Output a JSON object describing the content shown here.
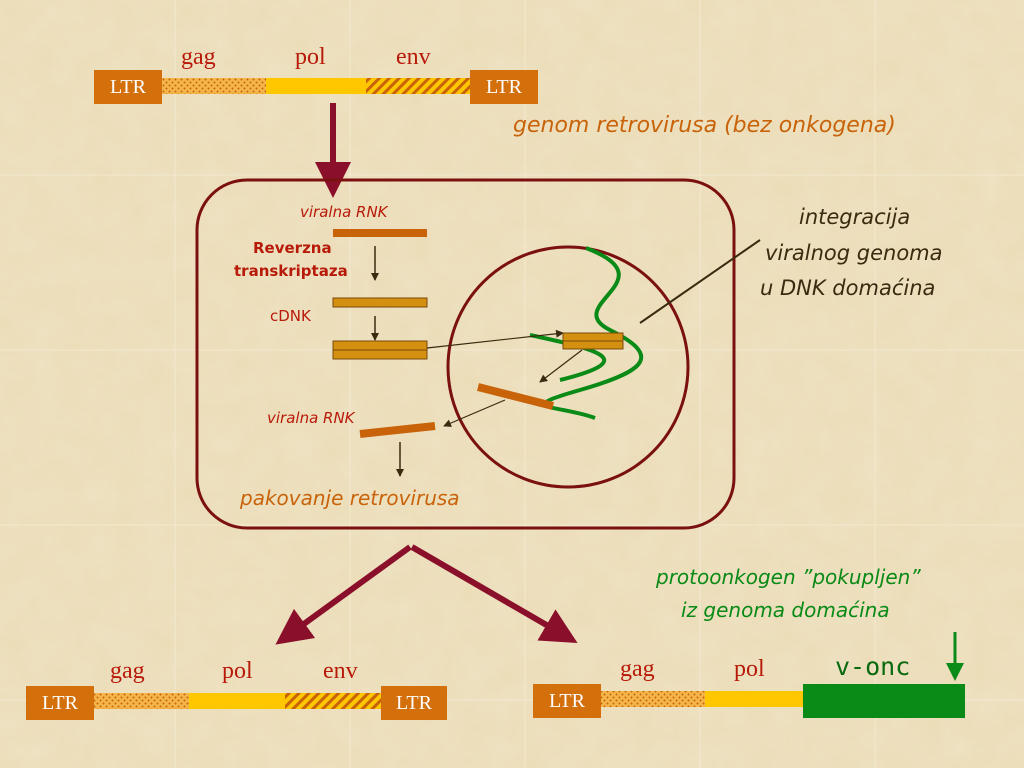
{
  "colors": {
    "background": "#ebdcb6",
    "ltr": "#d4700c",
    "pol": "#ffc700",
    "cell_border": "#7a1010",
    "arrow": "#8a0f2a",
    "green": "#0a8a16",
    "strand": "#c8630a"
  },
  "top_genome": {
    "gag": "gag",
    "pol": "pol",
    "env": "env",
    "ltr_left": "LTR",
    "ltr_right": "LTR",
    "caption": "genom retrovirusa (bez  onkogena)"
  },
  "cell": {
    "viral_rna_top": "viralna RNK",
    "reverse_transcriptase_line1": "Reverzna",
    "reverse_transcriptase_line2": "transkriptaza",
    "cdna": "cDNK",
    "viral_rna_bottom": "viralna RNK",
    "packaging": "pakovanje  retrovirusa"
  },
  "integration": {
    "line1": "integracija",
    "line2": "viralnog genoma",
    "line3": "u DNK domaćina"
  },
  "bottom_left_genome": {
    "gag": "gag",
    "pol": "pol",
    "env": "env",
    "ltr_left": "LTR",
    "ltr_right": "LTR"
  },
  "bottom_right_genome": {
    "gag": "gag",
    "pol": "pol",
    "onc": "v-onc",
    "ltr_left": "LTR",
    "caption_line1": "protoonkogen ”pokupljen”",
    "caption_line2": "iz   genoma domaćina"
  }
}
